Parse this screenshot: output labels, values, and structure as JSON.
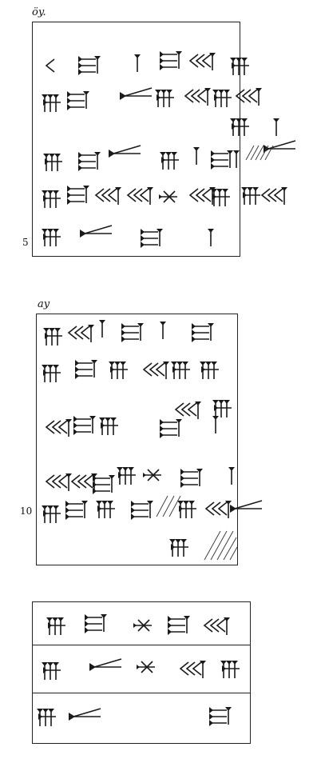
{
  "labels": {
    "obverse": "öy.",
    "reverse": "ay",
    "line5": "5",
    "line10": "10"
  },
  "colors": {
    "ink": "#1a1a1a",
    "paper": "#ffffff"
  }
}
